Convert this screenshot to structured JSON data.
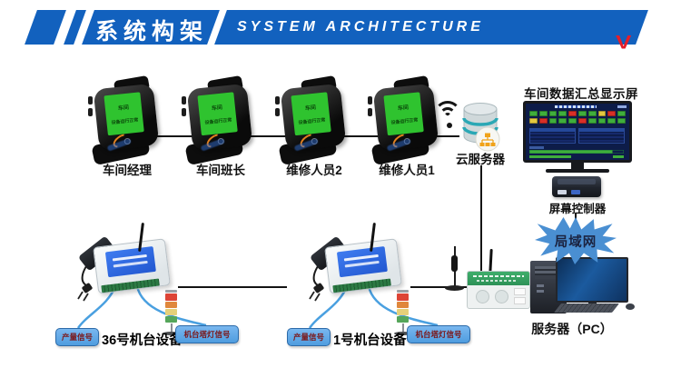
{
  "header": {
    "title_cn": "系统构架",
    "title_en": "SYSTEM ARCHITECTURE",
    "arrow_glyph": "V"
  },
  "watches": {
    "screen_line1": "车间",
    "screen_line2": "设备运行正常",
    "items": [
      {
        "label": "车间经理"
      },
      {
        "label": "车间班长"
      },
      {
        "label": "维修人员2"
      },
      {
        "label": "维修人员1"
      }
    ]
  },
  "cloud": {
    "label": "云服务器"
  },
  "display": {
    "title": "车间数据汇总显示屏",
    "controller_label": "屏幕控制器",
    "status_tiles": [
      [
        "g",
        "g",
        "g",
        "g",
        "r",
        "g",
        "g",
        "y",
        "r",
        "g"
      ],
      [
        "y",
        "r",
        "g",
        "g",
        "g",
        "r",
        "g",
        "g",
        "g",
        "g"
      ]
    ]
  },
  "lan": {
    "label": "局域网"
  },
  "pc": {
    "label": "服务器（PC）"
  },
  "machines": [
    {
      "name": "36号机台设备",
      "signal_left": "产量信号",
      "signal_right": "机台塔灯信号"
    },
    {
      "name": "1号机台设备",
      "signal_left": "产量信号",
      "signal_right": "机台塔灯信号"
    }
  ],
  "colors": {
    "header_blue": "#1261be",
    "arrow_red": "#e51e2a",
    "starburst_blue": "#4a8fd2",
    "watch_screen_green": "#2fc32f",
    "cable_blue": "#4aa0e0",
    "pill_blue": "#4f9ddf",
    "status_green": "#3fae3c",
    "status_red": "#d92f27",
    "status_yellow": "#e3c83f"
  }
}
